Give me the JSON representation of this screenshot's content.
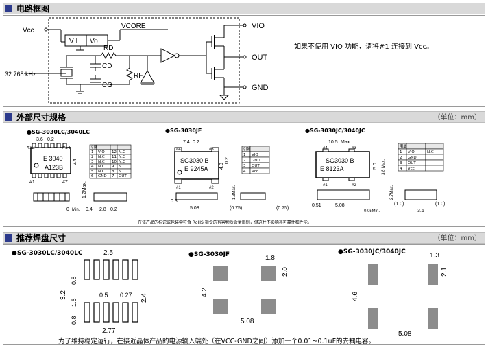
{
  "sections": {
    "circuit": {
      "title": "电路框图"
    },
    "dimensions": {
      "title": "外部尺寸规格",
      "unit": "（单位：mm）"
    },
    "pads": {
      "title": "推荐焊盘尺寸",
      "unit": "（单位：mm）"
    }
  },
  "circuit": {
    "vcc": "Vcc",
    "vi": "V I",
    "vo": "Vo",
    "vcore": "VCORE",
    "rd": "RD",
    "cd": "CD",
    "cg": "CG",
    "rf": "RF",
    "freq": "32.768 kHz",
    "vio": "VIO",
    "out": "OUT",
    "gnd": "GND",
    "note": "如果不使用 VIO 功能，请将#1 连接到 Vcc。"
  },
  "dimensions": {
    "pkg1": {
      "name": "●SG-3030LC/3040LC",
      "marking1": "E 3040",
      "marking2": "A123B",
      "d1": "3.6",
      "d2": "0.2",
      "d3": "2.4",
      "d4": "1.2Max.",
      "d5": "2.8",
      "d6": "0.2",
      "d7": "0",
      "d8": "Min.",
      "d9": "0.4",
      "pin_left": "#1",
      "pin_right": "#7",
      "pin_top_left": "#12",
      "pin_top_right": "#14"
    },
    "pkg2": {
      "name": "●SG-3030JF",
      "marking1": "SG3030 B",
      "marking2": "E 9245A",
      "d1": "7.4",
      "d2": "0.2",
      "d3": "4.3",
      "d4": "0.2",
      "d5": "1.3Max.",
      "d6": "5.08",
      "d7": "0.3",
      "d8": "(0.75)",
      "d9": "(0.75)",
      "pin1": "#1",
      "pin2": "#2",
      "pin3": "#3",
      "pin4": "#4"
    },
    "pkg3": {
      "name": "●SG-3030JC/3040JC",
      "marking1": "SG3030 B",
      "marking2": "E    8123A",
      "d1": "10.5",
      "d2": "Max.",
      "d3": "5.0",
      "d4": "3.8 Max.",
      "d5": "2.7Max.",
      "d6": "0.51",
      "d7": "5.08",
      "d8": "0.05Min.",
      "d9": "(1.0)",
      "d10": "(1.0)",
      "d11": "3.6",
      "pin1": "#1",
      "pin2": "#2",
      "pin3": "#3",
      "pin4": "#4"
    },
    "footnote": "在该产品的标识或包装中符合 RoHS 指令的有害物质含量限制，但这并不影响其可靠性和性能。"
  },
  "pin_table1": {
    "header": [
      "引脚号",
      "",
      "",
      ""
    ],
    "rows": [
      [
        "1",
        "VIO",
        "12",
        "N.C"
      ],
      [
        "2",
        "N.C",
        "11",
        "N.C"
      ],
      [
        "3",
        "N.C",
        "10",
        "N.C"
      ],
      [
        "4",
        "N.C",
        "9",
        "N.C"
      ],
      [
        "5",
        "N.C",
        "8",
        "N.C"
      ],
      [
        "6",
        "GND",
        "7",
        "OUT"
      ]
    ]
  },
  "pin_table2": {
    "header": [
      "引脚号",
      ""
    ],
    "rows": [
      [
        "1",
        "VIO"
      ],
      [
        "2",
        "GND"
      ],
      [
        "3",
        "OUT"
      ],
      [
        "4",
        "Vcc"
      ]
    ]
  },
  "pin_table3": {
    "header": [
      "引脚号",
      ""
    ],
    "rows": [
      [
        "1",
        "VIO",
        "N.C"
      ],
      [
        "2",
        "GND",
        ""
      ],
      [
        "3",
        "OUT",
        ""
      ],
      [
        "4",
        "Vcc",
        ""
      ]
    ]
  },
  "pads": {
    "p1": {
      "name": "●SG-3030LC/3040LC",
      "d_top": "2.5",
      "d_left": "3.2",
      "d_08a": "0.8",
      "d_16": "1.6",
      "d_08b": "0.8",
      "d_05": "0.5",
      "d_027": "0.27",
      "d_24": "2.4",
      "d_bottom": "2.77"
    },
    "p2": {
      "name": "●SG-3030JF",
      "d_18": "1.8",
      "d_20": "2.0",
      "d_42": "4.2",
      "d_508": "5.08"
    },
    "p3": {
      "name": "●SG-3030JC/3040JC",
      "d_13": "1.3",
      "d_21": "2.1",
      "d_46": "4.6",
      "d_508": "5.08"
    },
    "note": "为了维持稳定运行，在接近晶体产品的电源输入端处（在VCC-GND之间）添加一个0.01~0.1uF的去耦电容。"
  }
}
